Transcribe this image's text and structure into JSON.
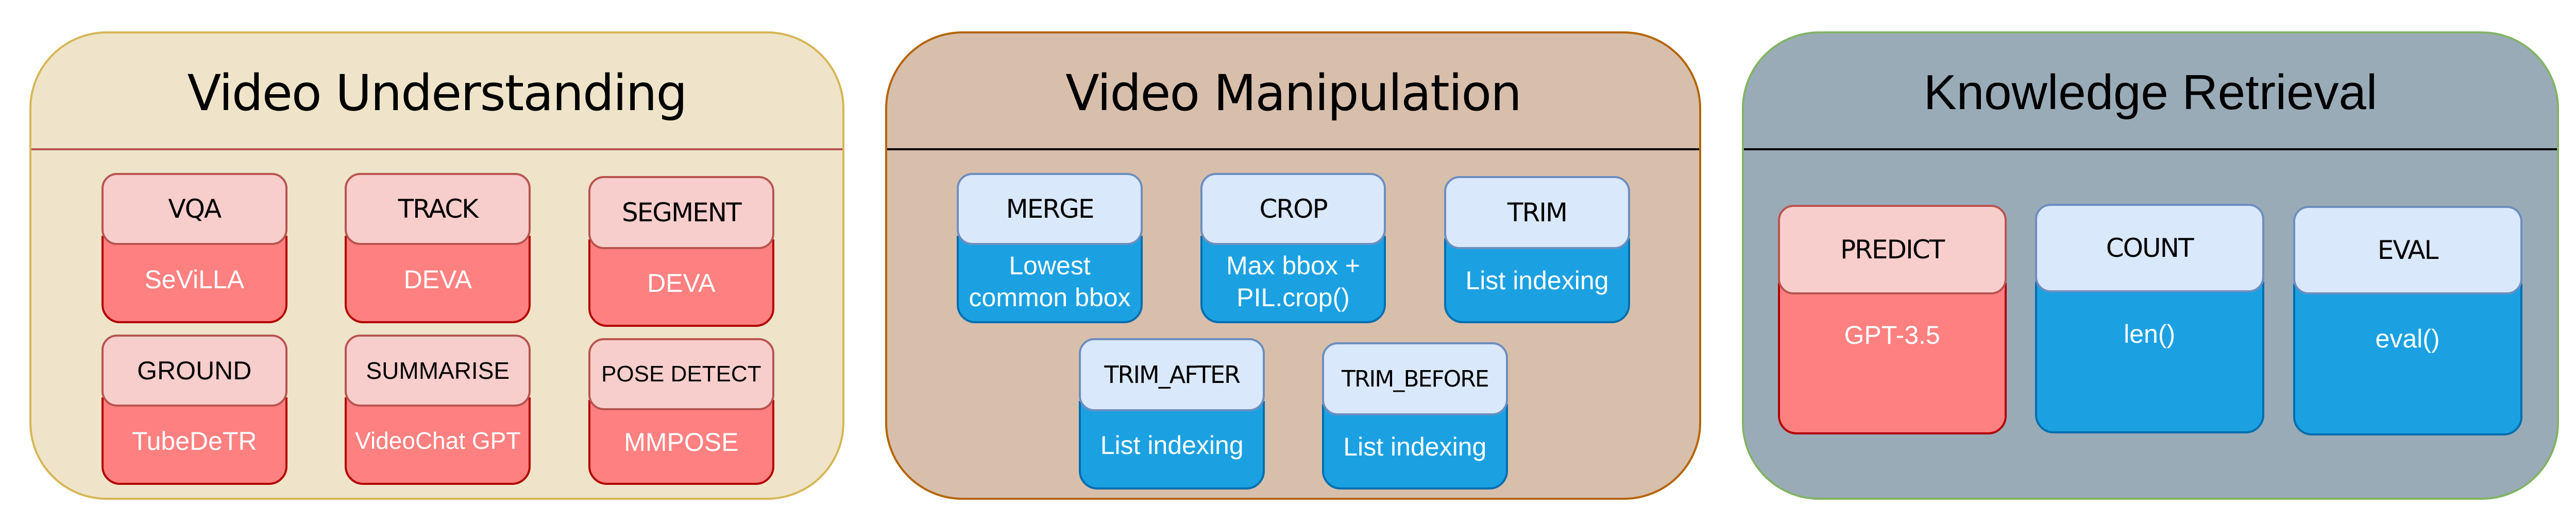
{
  "colors": {
    "understanding_bg": "#efe4c9",
    "manipulation_bg": "#d8bfac",
    "retrieval_bg": "#9aabb8",
    "red_header": "#f8cecc",
    "red_body": "#ff8080",
    "blue_header": "#dae8fc",
    "blue_body": "#1ba1e2"
  },
  "panels": [
    {
      "title": "Video Understanding",
      "cards": [
        {
          "name": "VQA",
          "impl": "SeViLLA"
        },
        {
          "name": "TRACK",
          "impl": "DEVA"
        },
        {
          "name": "SEGMENT",
          "impl": "DEVA"
        },
        {
          "name": "GROUND",
          "impl": "TubeDeTR"
        },
        {
          "name": "SUMMARISE",
          "impl": "VideoChat GPT"
        },
        {
          "name": "POSE DETECT",
          "impl": "MMPOSE"
        }
      ]
    },
    {
      "title": "Video Manipulation",
      "cards": [
        {
          "name": "MERGE",
          "impl": "Lowest\ncommon bbox"
        },
        {
          "name": "CROP",
          "impl": "Max bbox +\nPIL.crop()"
        },
        {
          "name": "TRIM",
          "impl": "List indexing"
        },
        {
          "name": "TRIM_AFTER",
          "impl": "List indexing"
        },
        {
          "name": "TRIM_BEFORE",
          "impl": "List indexing"
        }
      ]
    },
    {
      "title": "Knowledge Retrieval",
      "cards": [
        {
          "name": "PREDICT",
          "impl": "GPT-3.5"
        },
        {
          "name": "COUNT",
          "impl": "len()"
        },
        {
          "name": "EVAL",
          "impl": "eval()"
        }
      ]
    }
  ]
}
